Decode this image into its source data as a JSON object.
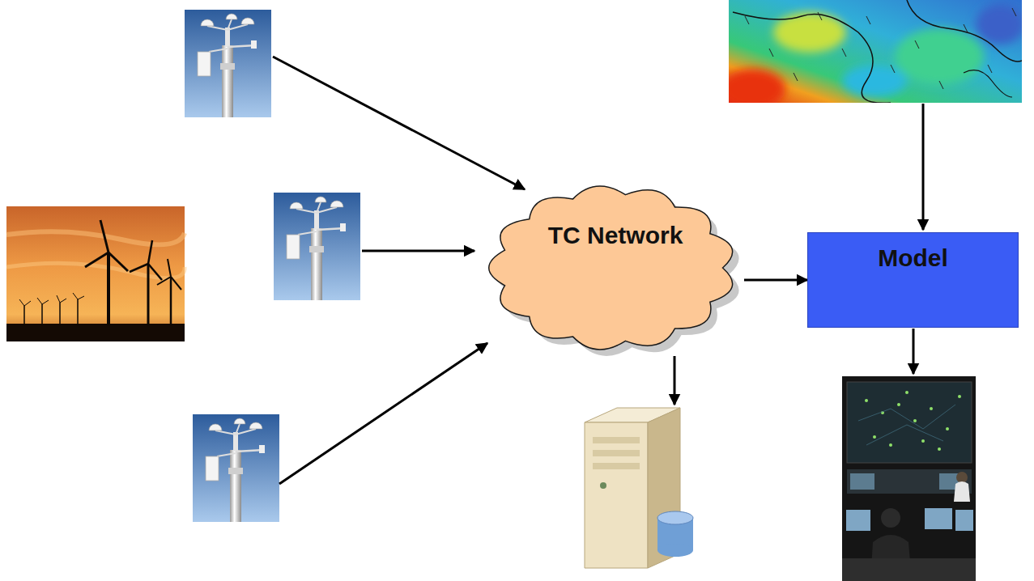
{
  "diagram": {
    "nodes": [
      {
        "text": [
          "TC Network"
        ]
      },
      {
        "text": [
          "Model"
        ]
      }
    ],
    "edges": [
      {
        "from": 0,
        "to": 1,
        "arrow": "to"
      }
    ]
  }
}
